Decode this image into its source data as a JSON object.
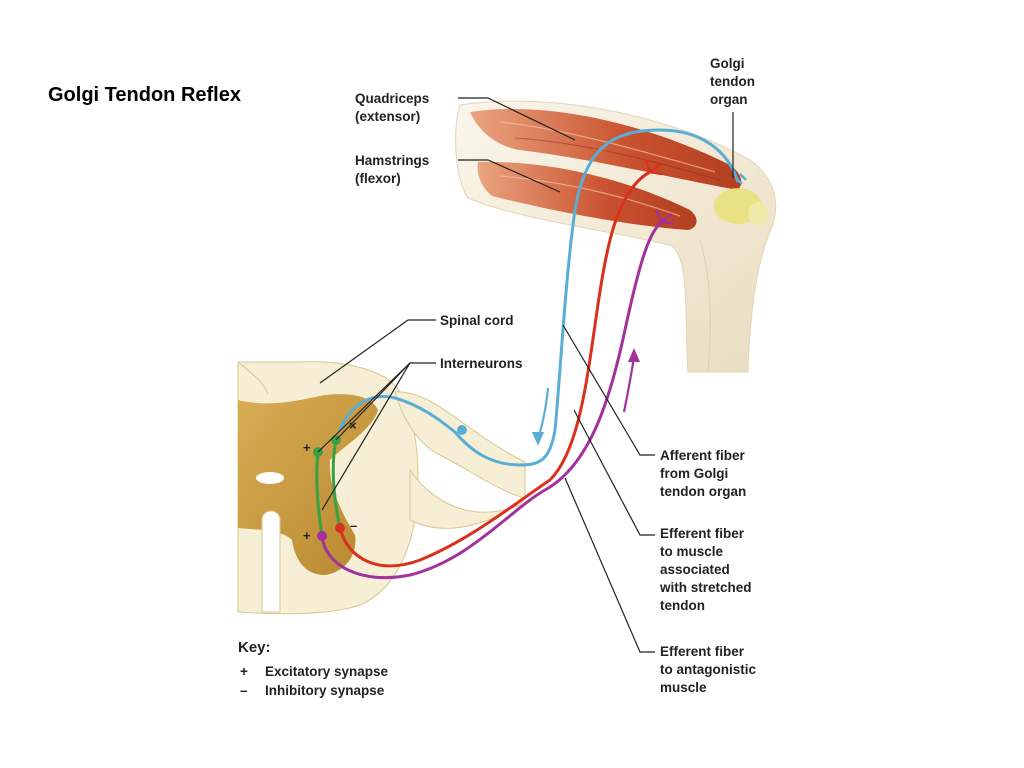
{
  "slide": {
    "title": "Golgi Tendon Reflex"
  },
  "labels": {
    "golgi_tendon_organ": [
      "Golgi",
      "tendon",
      "organ"
    ],
    "quadriceps": [
      "Quadriceps",
      "(extensor)"
    ],
    "hamstrings": [
      "Hamstrings",
      "(flexor)"
    ],
    "spinal_cord": "Spinal cord",
    "interneurons": "Interneurons",
    "afferent_fiber": [
      "Afferent fiber",
      "from Golgi",
      "tendon organ"
    ],
    "efferent_stretched": [
      "Efferent fiber",
      "to muscle",
      "associated",
      "with stretched",
      "tendon"
    ],
    "efferent_antagonistic": [
      "Efferent fiber",
      "to antagonistic",
      "muscle"
    ]
  },
  "synapse_marks": {
    "plus": "+",
    "minus": "–",
    "cross": "×"
  },
  "key": {
    "title": "Key:",
    "items": [
      {
        "symbol": "+",
        "text": "Excitatory synapse"
      },
      {
        "symbol": "–",
        "text": "Inhibitory synapse"
      }
    ]
  },
  "colors": {
    "afferent": "#5aaed6",
    "efferent_stretched": "#d8321e",
    "efferent_antagonist": "#a3319c",
    "interneuron": "#3aa044",
    "grey_matter": "#c79a3e",
    "white_matter": "#f6efd6",
    "muscle": "#c9502e",
    "tendon": "#e8e07a",
    "leg_skin": "#f1e6cf"
  }
}
